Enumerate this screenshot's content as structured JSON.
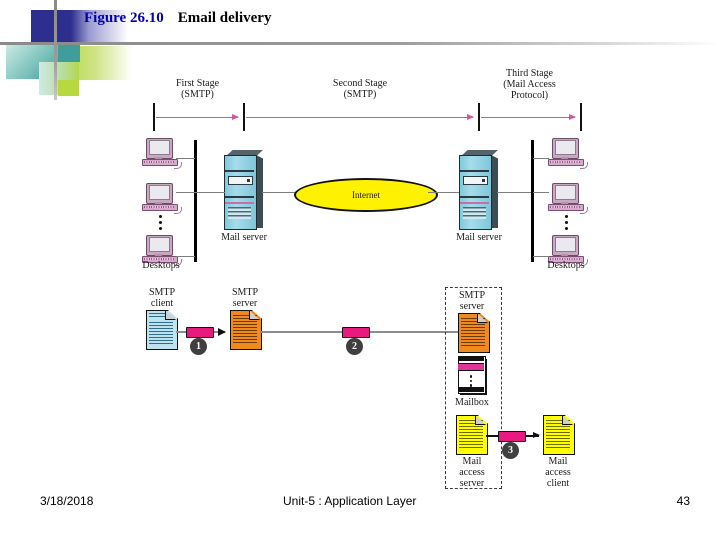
{
  "slide": {
    "figure_number": "Figure 26.10",
    "figure_caption": "Email delivery"
  },
  "diagram": {
    "stages": [
      {
        "name": "first-stage",
        "line1": "First Stage",
        "line2": "(SMTP)"
      },
      {
        "name": "second-stage",
        "line1": "Second Stage",
        "line2": "(SMTP)"
      },
      {
        "name": "third-stage",
        "line1": "Third Stage",
        "line2": "(Mail Access",
        "line3": "Protocol)"
      }
    ],
    "network": {
      "left_desktops_label": "Desktops",
      "right_desktops_label": "Desktops",
      "left_server_label": "Mail server",
      "right_server_label": "Mail server",
      "cloud_label": "Internet",
      "ellipsis": "⋮"
    },
    "protocol_row": {
      "smtp_client_line1": "SMTP",
      "smtp_client_line2": "client",
      "smtp_server_line1": "SMTP",
      "smtp_server_line2": "server",
      "remote_smtp_server_line1": "SMTP",
      "remote_smtp_server_line2": "server",
      "mailbox_label": "Mailbox",
      "mail_access_server_line1": "Mail",
      "mail_access_server_line2": "access",
      "mail_access_server_line3": "server",
      "mail_access_client_line1": "Mail",
      "mail_access_client_line2": "access",
      "mail_access_client_line3": "client",
      "step_1": "1",
      "step_2": "2",
      "step_3": "3"
    },
    "colors": {
      "stage_arrow": "#d6549c",
      "cloud_fill": "#fff200",
      "server_fill": "#7ec6da",
      "smtp_client_doc": "#bfe2ef",
      "smtp_server_doc": "#f08a1c",
      "mail_access_doc": "#ffff00",
      "packet_chip": "#e8197f",
      "badge_fill": "#3f3f3f",
      "desktop_fill": "#d9a9cd"
    }
  },
  "footer": {
    "date": "3/18/2018",
    "center": "Unit-5 : Application Layer",
    "page_number": "43"
  }
}
